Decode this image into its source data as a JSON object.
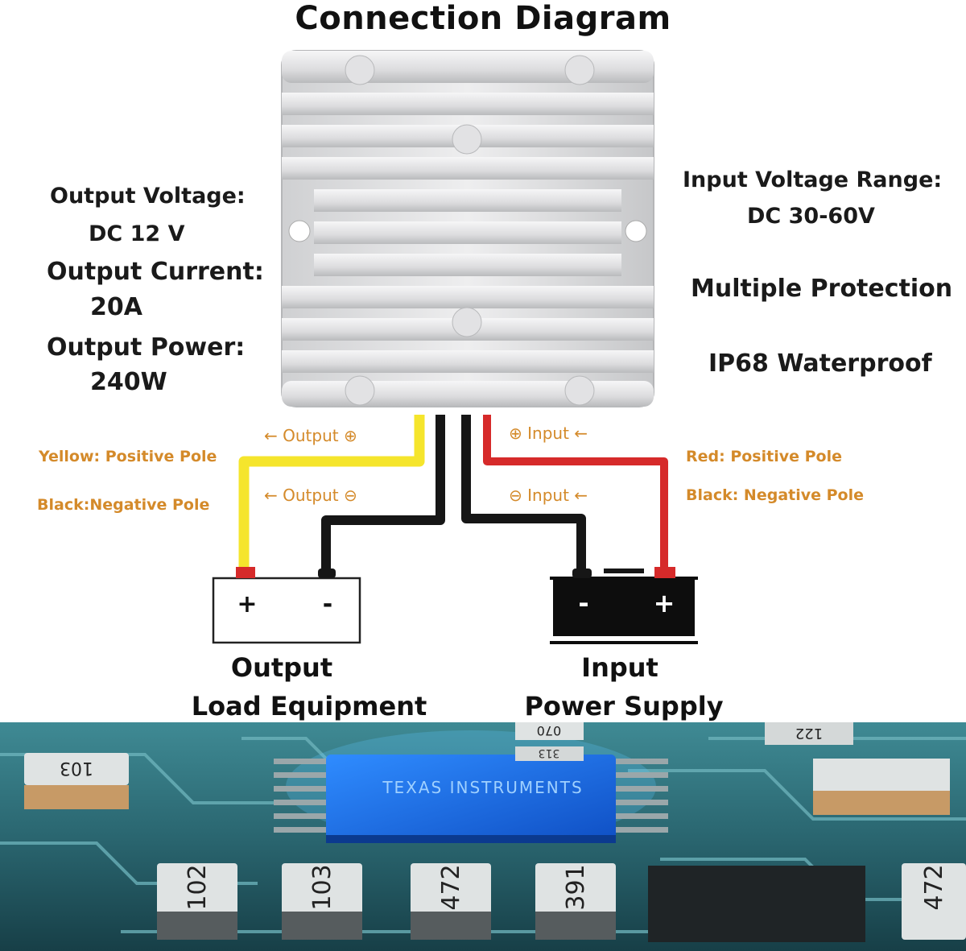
{
  "title": "Connection Diagram",
  "left_specs": {
    "output_voltage_label": "Output Voltage:",
    "output_voltage_value": "DC 12 V",
    "output_current_label": "Output Current:",
    "output_current_value": "20A",
    "output_power_label": "Output Power:",
    "output_power_value": "240W"
  },
  "right_specs": {
    "input_voltage_label": "Input Voltage Range:",
    "input_voltage_value": "DC 30-60V",
    "protection": "Multiple Protection",
    "waterproof": "IP68 Waterproof"
  },
  "wires": {
    "output_positive": "Output",
    "output_negative": "Output",
    "input_positive": "Input",
    "input_negative": "Input"
  },
  "poles": {
    "yellow": "Yellow: Positive Pole",
    "black_left": "Black:Negative Pole",
    "red": "Red: Positive Pole",
    "black_right": "Black: Negative Pole"
  },
  "terminals": {
    "load_plus": "+",
    "load_minus": "-",
    "battery_minus": "-",
    "battery_plus": "+"
  },
  "devices": {
    "output_title": "Output",
    "output_subtitle": "Load Equipment",
    "input_title": "Input",
    "input_subtitle": "Power Supply"
  },
  "pcb": {
    "chip_brand": "TEXAS INSTRUMENTS",
    "resistor_codes": [
      "103",
      "102",
      "103",
      "472",
      "391",
      "472",
      "070",
      "313",
      "122"
    ]
  },
  "colors": {
    "yellow_wire": "#f5e52c",
    "red_wire": "#d62a2a",
    "black_wire": "#161616",
    "label_orange": "#d48a2a",
    "pcb_teal": "#2c6c78",
    "chip_blue": "#1e6ee8"
  }
}
